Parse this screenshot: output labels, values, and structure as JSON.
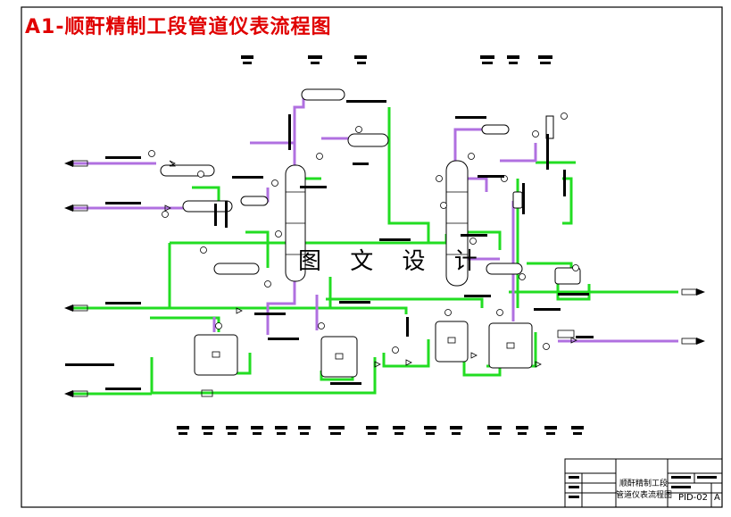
{
  "title": "A1-顺酐精制工段管道仪表流程图",
  "watermark": "图 文 设 计",
  "colors": {
    "title": "#e00000",
    "process_line_green": "#22dd22",
    "process_line_purple": "#b070e0",
    "equipment": "#000000",
    "background": "#ffffff"
  },
  "title_block": {
    "drawing_name_line1": "顺酐精制工段",
    "drawing_name_line2": "管道仪表流程图",
    "drawing_no": "PID-02",
    "revision": "A"
  }
}
